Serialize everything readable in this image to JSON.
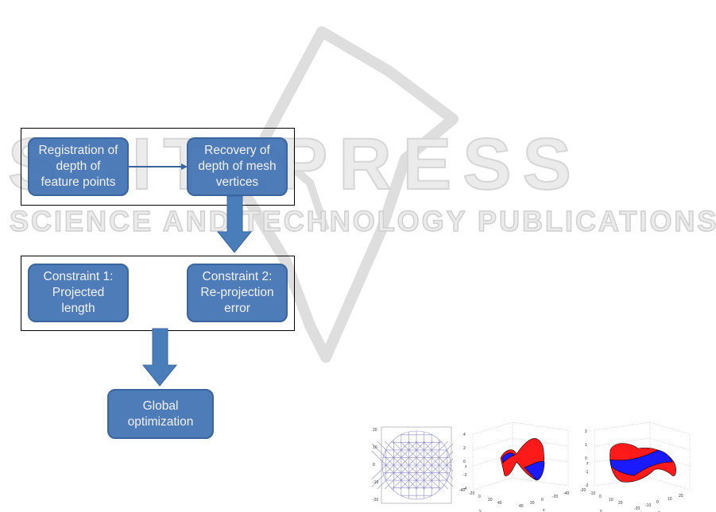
{
  "watermark": {
    "brand": "SCITEPRESS",
    "tagline": "SCIENCE AND TECHNOLOGY PUBLICATIONS"
  },
  "diagram": {
    "nodes": {
      "registration": [
        "Registration of",
        "depth of",
        "feature points"
      ],
      "recovery": [
        "Recovery of",
        "depth of mesh",
        "vertices"
      ],
      "constraint1": [
        "Constraint 1:",
        "Projected",
        "length"
      ],
      "constraint2": [
        "Constraint 2:",
        "Re-projection",
        "error"
      ],
      "global": [
        "Global",
        "optimization"
      ]
    },
    "colors": {
      "node_fill": "#4172b4",
      "node_border": "#3a659f",
      "arrow": "#4a7ebb"
    }
  },
  "figures": {
    "mesh2d": {
      "ticks": [
        "20",
        "10",
        "0",
        "-10",
        "-20"
      ]
    },
    "surface1": {
      "z_ticks": [
        "4",
        "2",
        "0",
        "-2",
        "-4"
      ],
      "y_ticks": [
        "-40",
        "-20",
        "0",
        "20",
        "40"
      ],
      "x_ticks": [
        "40",
        "20",
        "0",
        "-20",
        "-40"
      ],
      "xlabel": "x",
      "ylabel": "y",
      "zlabel": "z"
    },
    "surface2": {
      "z_ticks": [
        "2",
        "1",
        "0",
        "-1",
        "-2"
      ],
      "y_ticks": [
        "-20",
        "-10",
        "0",
        "10",
        "20"
      ],
      "x_ticks": [
        "-20",
        "-10",
        "0",
        "10",
        "20"
      ],
      "xlabel": "x",
      "ylabel": "y",
      "zlabel": "z"
    },
    "colors": {
      "red": "#ff1a1a",
      "blue": "#1a1aff",
      "mesh": "#8c8cc8"
    }
  }
}
